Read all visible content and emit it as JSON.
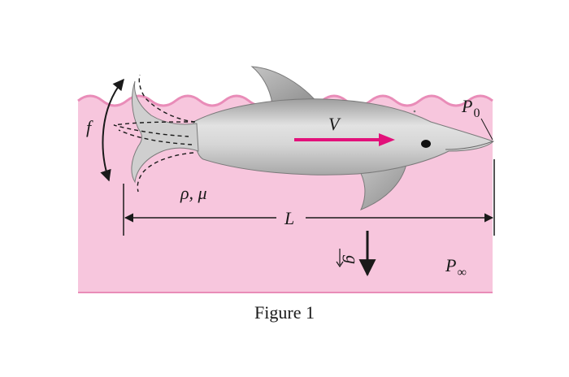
{
  "labels": {
    "frequency": "f",
    "velocity": "V",
    "fluid_props": "ρ, μ",
    "length": "L",
    "gravity": "g",
    "pressure_surface": "P",
    "pressure_surface_sub": "0",
    "pressure_far": "P",
    "pressure_far_sub": "∞"
  },
  "caption": "Figure 1",
  "colors": {
    "water": "#f7c6dd",
    "water_edge": "#e98cb8",
    "dolphin_body": "#cfcfcf",
    "dolphin_outline": "#7a7a7a",
    "velocity_arrow": "#e2117a",
    "ink": "#1a1a1a"
  }
}
